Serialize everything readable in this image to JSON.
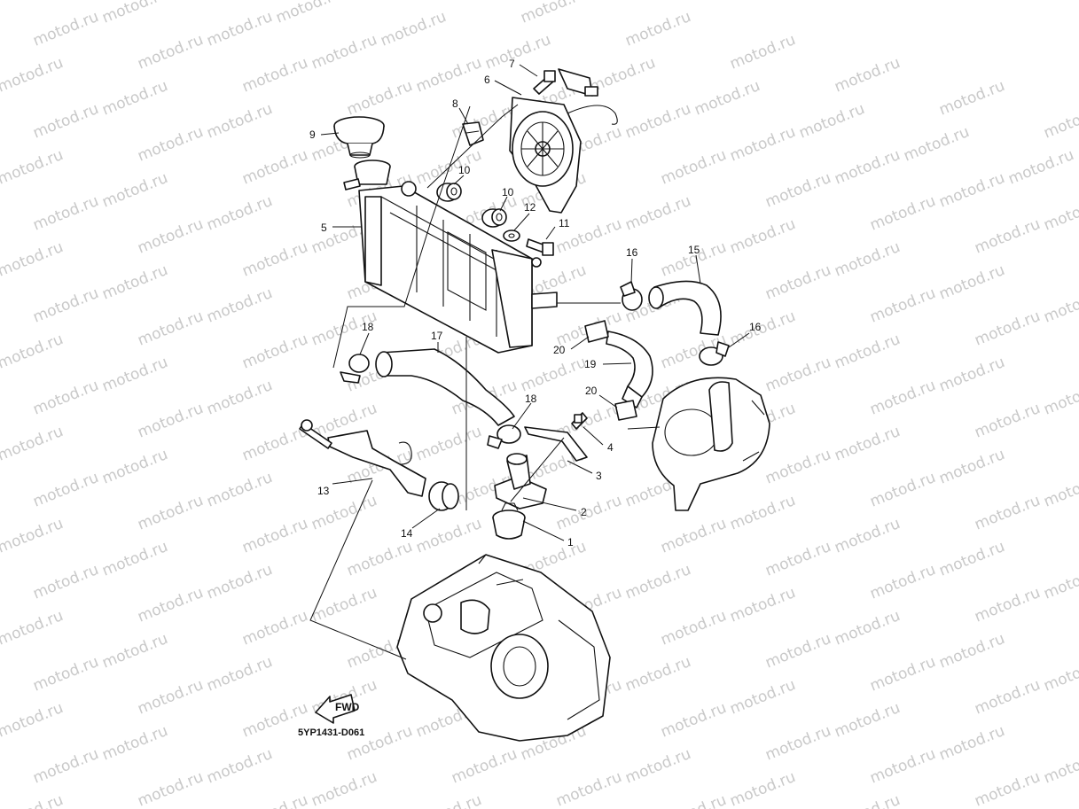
{
  "diagram": {
    "code": "5YP1431-D061",
    "watermark": "motod.ru",
    "fwd_label": "FWD",
    "callouts": {
      "c1": "1",
      "c2": "2",
      "c3": "3",
      "c4": "4",
      "c5": "5",
      "c6": "6",
      "c7": "7",
      "c8": "8",
      "c9": "9",
      "c10a": "10",
      "c10b": "10",
      "c11": "11",
      "c12": "12",
      "c13": "13",
      "c14": "14",
      "c15": "15",
      "c16a": "16",
      "c16b": "16",
      "c17": "17",
      "c18a": "18",
      "c18b": "18",
      "c19": "19",
      "c20a": "20",
      "c20b": "20"
    }
  }
}
